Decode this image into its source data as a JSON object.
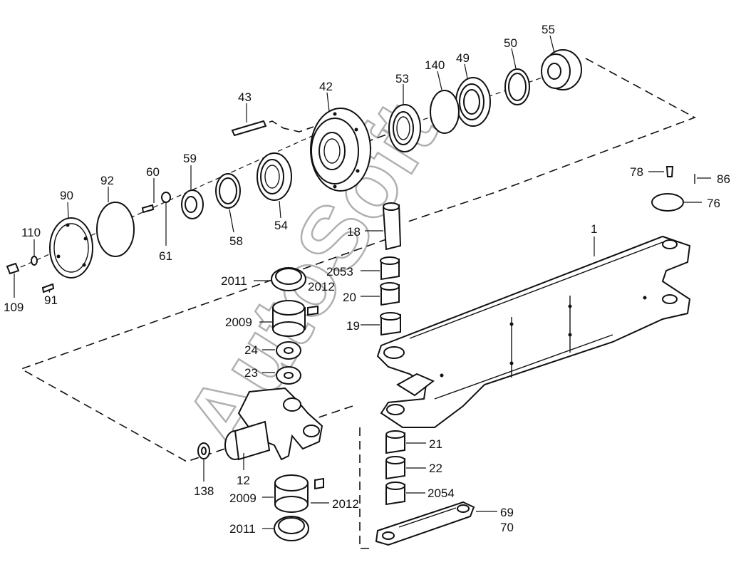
{
  "watermark": "AutoSoft",
  "callouts": [
    {
      "id": "55",
      "text": "55"
    },
    {
      "id": "50",
      "text": "50"
    },
    {
      "id": "140",
      "text": "140"
    },
    {
      "id": "49",
      "text": "49"
    },
    {
      "id": "53",
      "text": "53"
    },
    {
      "id": "42",
      "text": "42"
    },
    {
      "id": "43",
      "text": "43"
    },
    {
      "id": "59",
      "text": "59"
    },
    {
      "id": "60",
      "text": "60"
    },
    {
      "id": "92",
      "text": "92"
    },
    {
      "id": "90",
      "text": "90"
    },
    {
      "id": "110",
      "text": "110"
    },
    {
      "id": "61",
      "text": "61"
    },
    {
      "id": "58",
      "text": "58"
    },
    {
      "id": "54",
      "text": "54"
    },
    {
      "id": "109",
      "text": "109"
    },
    {
      "id": "91",
      "text": "91"
    },
    {
      "id": "78",
      "text": "78"
    },
    {
      "id": "86",
      "text": "86"
    },
    {
      "id": "76",
      "text": "76"
    },
    {
      "id": "1",
      "text": "1"
    },
    {
      "id": "18",
      "text": "18"
    },
    {
      "id": "2053",
      "text": "2053"
    },
    {
      "id": "20",
      "text": "20"
    },
    {
      "id": "19",
      "text": "19"
    },
    {
      "id": "2011-top",
      "text": "2011"
    },
    {
      "id": "2012-top",
      "text": "2012"
    },
    {
      "id": "2009-top",
      "text": "2009"
    },
    {
      "id": "24",
      "text": "24"
    },
    {
      "id": "23",
      "text": "23"
    },
    {
      "id": "21",
      "text": "21"
    },
    {
      "id": "22",
      "text": "22"
    },
    {
      "id": "2054",
      "text": "2054"
    },
    {
      "id": "69",
      "text": "69"
    },
    {
      "id": "70",
      "text": "70"
    },
    {
      "id": "12",
      "text": "12"
    },
    {
      "id": "138",
      "text": "138"
    },
    {
      "id": "2009-bottom",
      "text": "2009"
    },
    {
      "id": "2012-bottom",
      "text": "2012"
    },
    {
      "id": "2011-bottom",
      "text": "2011"
    }
  ]
}
